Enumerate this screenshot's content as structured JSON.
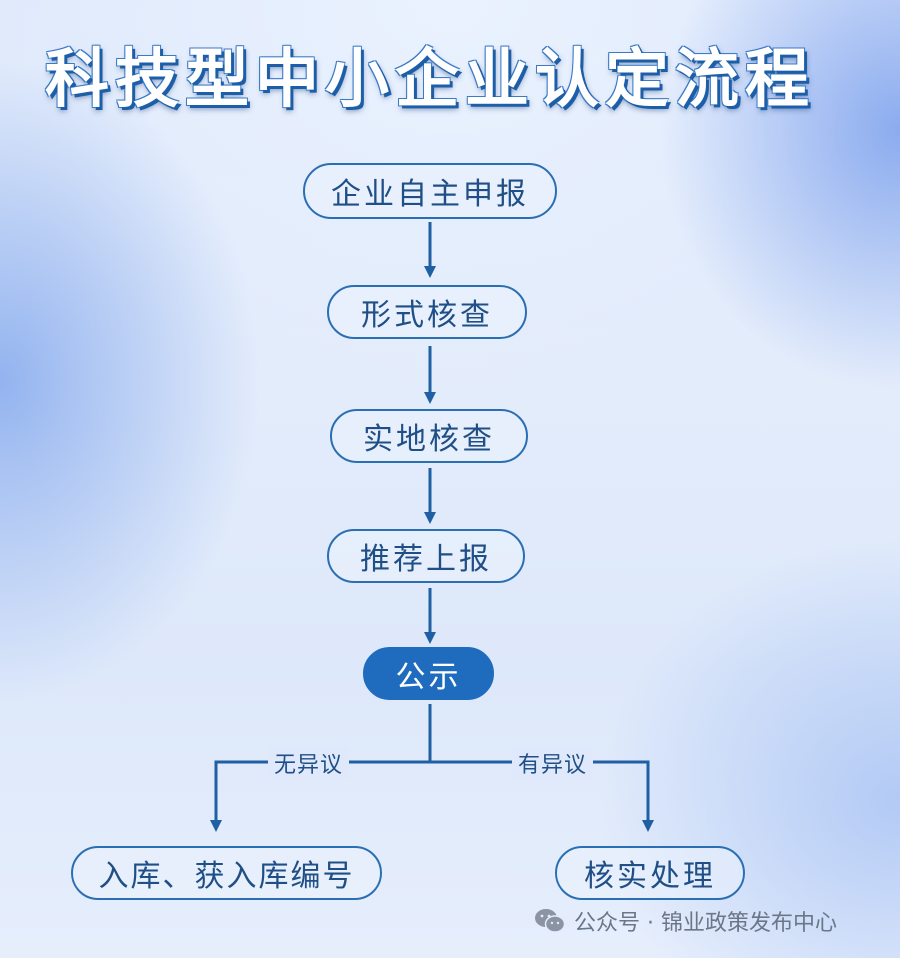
{
  "title": "科技型中小企业认定流程",
  "nodes": {
    "apply": "企业自主申报",
    "form_check": "形式核查",
    "site_check": "实地核查",
    "recommend": "推荐上报",
    "publicity": "公示",
    "enter_db": "入库、获入库编号",
    "verify": "核实处理"
  },
  "edges": {
    "no_objection": "无异议",
    "has_objection": "有异议"
  },
  "footer": {
    "text": "公众号 · 锦业政策发布中心",
    "icon": "wechat-icon"
  },
  "colors": {
    "line": "#1f5fa3",
    "node_border": "#2a6eb3",
    "highlight": "#1f6cbf",
    "text": "#1f4f86"
  }
}
